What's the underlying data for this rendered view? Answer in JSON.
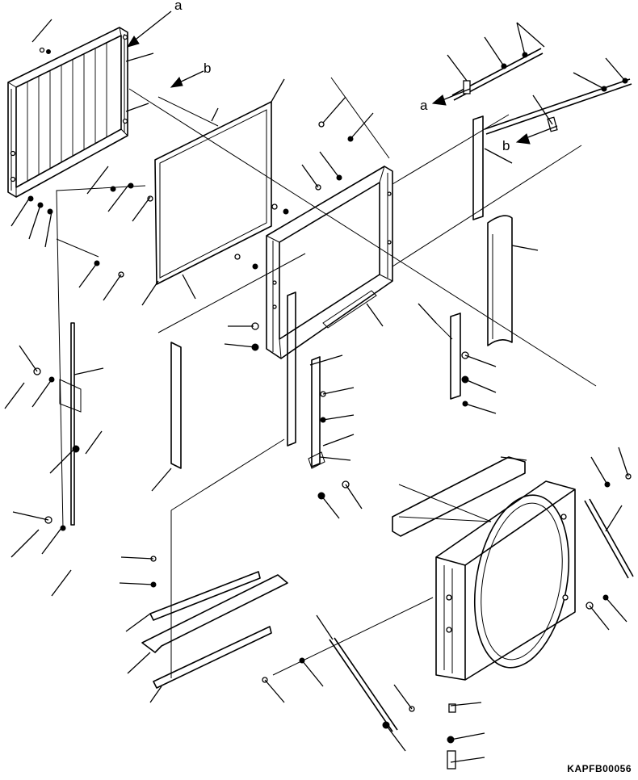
{
  "drawing": {
    "code": "KAPFB00056",
    "callouts": {
      "a_top": "a",
      "b_top": "b",
      "a_right": "a",
      "b_right": "b"
    }
  }
}
